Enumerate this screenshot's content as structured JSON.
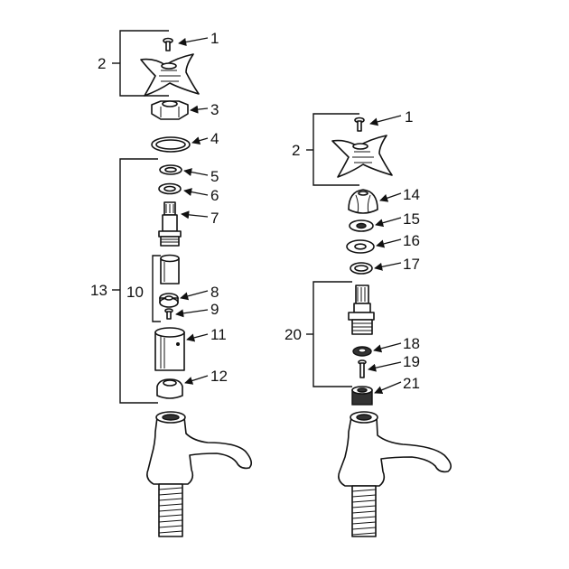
{
  "left_assembly": {
    "callouts": {
      "screw": "1",
      "handle": "2",
      "headgear_nut": "3",
      "ring_seal": "4",
      "washer_a": "5",
      "washer_b": "6",
      "spindle": "7",
      "washer_c": "8",
      "small_screw": "9",
      "jumper_group": "10",
      "sleeve": "11",
      "base_nut": "12",
      "headgear_group": "13"
    }
  },
  "right_assembly": {
    "callouts": {
      "screw": "1",
      "handle": "2",
      "dome_cap": "14",
      "washer_a": "15",
      "washer_b": "16",
      "ring": "17",
      "washer_c": "18",
      "small_screw": "19",
      "spindle_group": "20",
      "base_nut": "21"
    }
  }
}
